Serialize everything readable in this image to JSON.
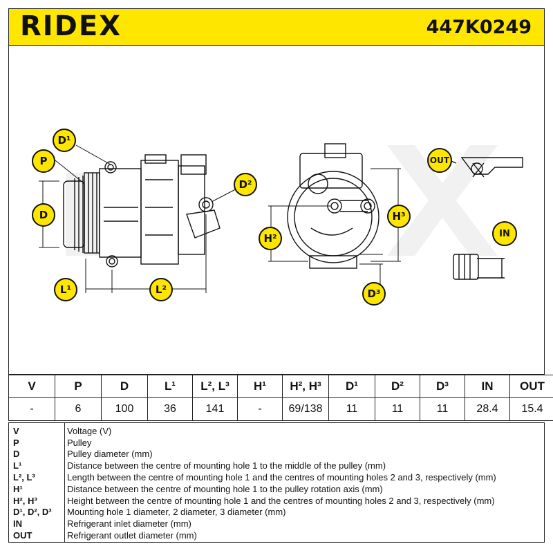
{
  "header": {
    "brand": "RIDEX",
    "part_number": "447K0249"
  },
  "callouts": {
    "d1": "D¹",
    "p": "P",
    "d": "D",
    "l1": "L¹",
    "l2": "L²",
    "d2": "D²",
    "h2": "H²",
    "h3": "H³",
    "d3": "D³",
    "out": "OUT",
    "in": "IN"
  },
  "spec_table": {
    "headers": [
      "V",
      "P",
      "D",
      "L¹",
      "L², L³",
      "H¹",
      "H², H³",
      "D¹",
      "D²",
      "D³",
      "IN",
      "OUT"
    ],
    "values": [
      "-",
      "6",
      "100",
      "36",
      "141",
      "-",
      "69/138",
      "11",
      "11",
      "11",
      "28.4",
      "15.4"
    ]
  },
  "legend": [
    {
      "key": "V",
      "text": "Voltage (V)"
    },
    {
      "key": "P",
      "text": "Pulley"
    },
    {
      "key": "D",
      "text": "Pulley diameter (mm)"
    },
    {
      "key": "L¹",
      "text": "Distance between the centre of mounting hole 1 to the middle of the pulley (mm)"
    },
    {
      "key": "L², L³",
      "text": "Length between the centre of mounting hole 1 and the centres of mounting holes 2 and 3, respectively (mm)"
    },
    {
      "key": "H¹",
      "text": "Distance between the centre of mounting hole 1 to the pulley rotation axis (mm)"
    },
    {
      "key": "H², H³",
      "text": "Height between the centre of mounting hole 1 and the centres of mounting holes 2 and 3, respectively (mm)"
    },
    {
      "key": "D¹, D², D³",
      "text": "Mounting hole 1 diameter, 2 diameter, 3 diameter (mm)"
    },
    {
      "key": "IN",
      "text": "Refrigerant inlet diameter (mm)"
    },
    {
      "key": "OUT",
      "text": "Refrigerant outlet diameter (mm)"
    }
  ],
  "colors": {
    "accent": "#ffe600",
    "line": "#111111"
  }
}
